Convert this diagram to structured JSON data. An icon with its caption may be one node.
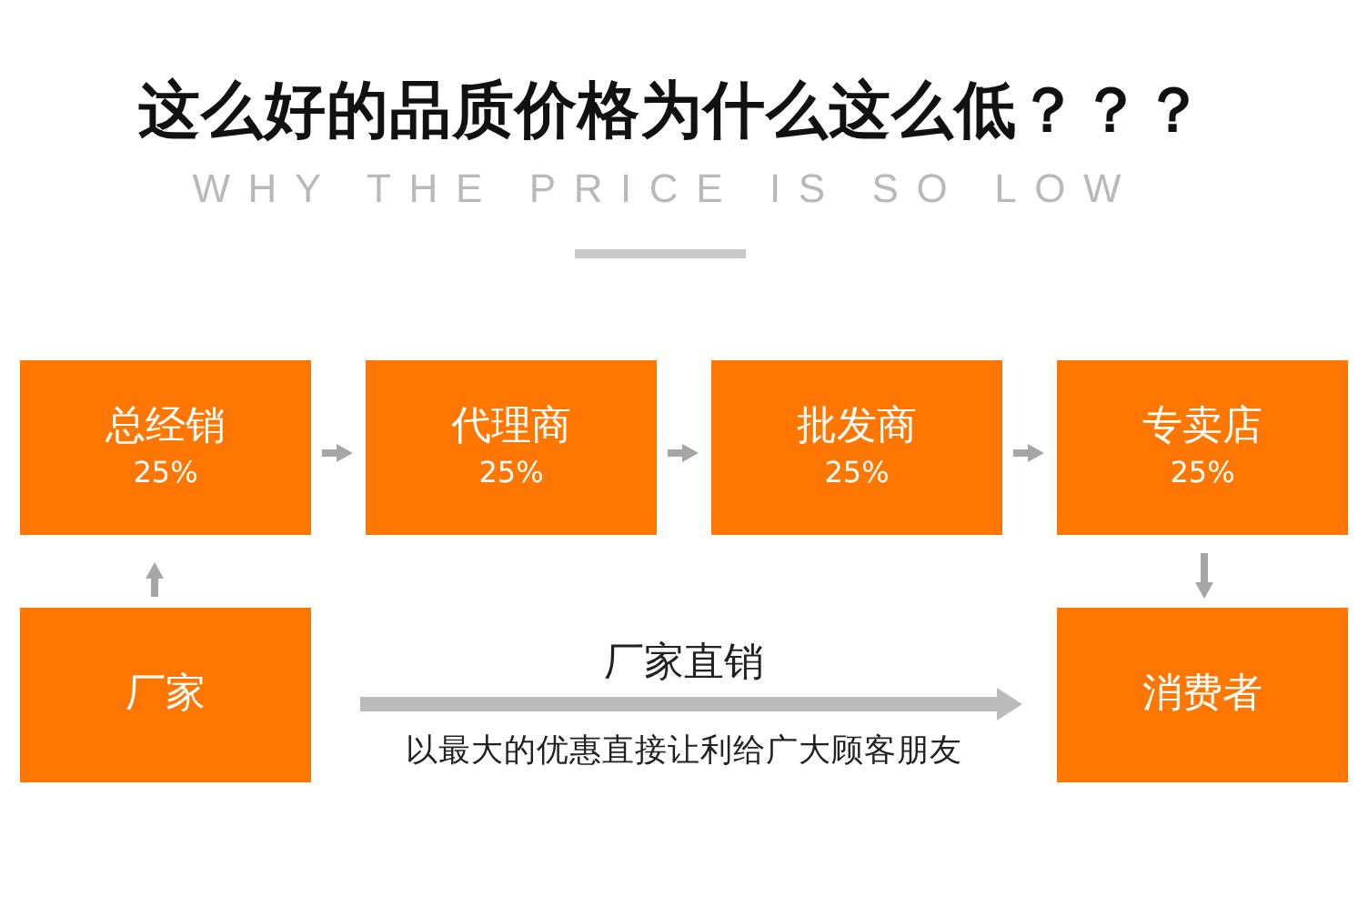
{
  "diagram": {
    "title": "这么好的品质价格为什么这么低？？？",
    "nodes": [
      {
        "text": [
          "总经销",
          "25%"
        ]
      },
      {
        "text": [
          "代理商",
          "25%"
        ]
      },
      {
        "text": [
          "批发商",
          "25%"
        ]
      },
      {
        "text": [
          "专卖店",
          "25%"
        ]
      },
      {
        "text": [
          "厂家"
        ]
      },
      {
        "text": [
          "消费者"
        ]
      }
    ],
    "edges": [
      {
        "from": 0,
        "to": 1,
        "arrow": "to"
      },
      {
        "from": 1,
        "to": 2,
        "arrow": "to"
      },
      {
        "from": 2,
        "to": 3,
        "arrow": "to"
      },
      {
        "from": 4,
        "to": 0,
        "arrow": "to"
      },
      {
        "from": 3,
        "to": 5,
        "arrow": "to"
      },
      {
        "from": 4,
        "to": 5,
        "arrow": "to",
        "style": "thick",
        "label": "厂家直销"
      }
    ],
    "labels": [
      "WHY THE PRICE IS SO LOW",
      "以最大的优惠直接让利给广大顾客朋友"
    ]
  }
}
